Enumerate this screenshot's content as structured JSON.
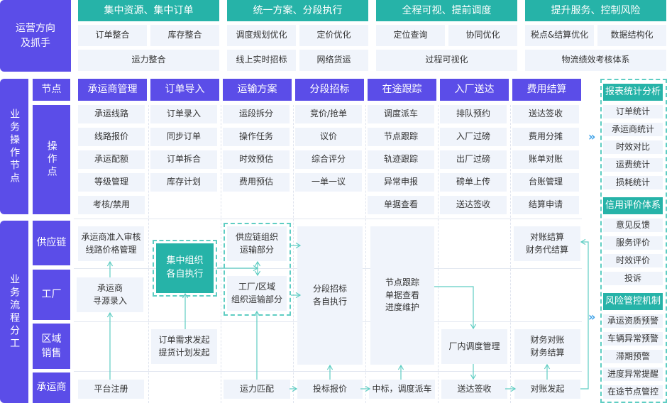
{
  "colors": {
    "purple": "#5b4de8",
    "teal": "#26b3a8",
    "cell": "#f0f4fb",
    "arrow": "#5fcdc3",
    "chevron": "#3aa0e8"
  },
  "strategy": {
    "label": "运营方向\n及抓手",
    "groups": [
      {
        "title": "集中资源、集中订单",
        "items": [
          "订单整合",
          "库存整合",
          "运力整合"
        ]
      },
      {
        "title": "统一方案、分段执行",
        "items": [
          "调度规划优化",
          "定价优化",
          "线上实时招标",
          "网络货运"
        ]
      },
      {
        "title": "全程可视、提前调度",
        "items": [
          "定位查询",
          "协同优化",
          "过程可视化"
        ]
      },
      {
        "title": "提升服务、控制风险",
        "items": [
          "税点&结算优化",
          "数据结构化",
          "物流绩效考核体系"
        ]
      }
    ]
  },
  "operations": {
    "label": "业务操作节点",
    "node_label": "节点",
    "op_label": "操作点",
    "columns": [
      {
        "title": "承运商管理",
        "items": [
          "承运线路",
          "线路报价",
          "承运配额",
          "等级管理",
          "考核/禁用"
        ]
      },
      {
        "title": "订单导入",
        "items": [
          "订单录入",
          "同步订单",
          "订单拆合",
          "库存计划"
        ]
      },
      {
        "title": "运输方案",
        "items": [
          "运段拆分",
          "操作任务",
          "时效预估",
          "费用预估"
        ]
      },
      {
        "title": "分段招标",
        "items": [
          "竞价/抢单",
          "议价",
          "综合评分",
          "一单一议"
        ]
      },
      {
        "title": "在途跟踪",
        "items": [
          "调度派车",
          "节点跟踪",
          "轨迹跟踪",
          "异常申报",
          "单据查看"
        ]
      },
      {
        "title": "入厂送达",
        "items": [
          "排队预约",
          "入厂过磅",
          "出厂过磅",
          "磅单上传",
          "送达签收"
        ]
      },
      {
        "title": "费用结算",
        "items": [
          "送达签收",
          "费用分摊",
          "账单对账",
          "台账管理",
          "结算申请"
        ]
      }
    ]
  },
  "process": {
    "label": "业务流程分工",
    "roles": [
      "供应链",
      "工厂",
      "区域\n销售",
      "承运商"
    ],
    "boxes": {
      "carrier_audit": "承运商准入审核\n线路价格管理",
      "carrier_sourcing": "承运商\n寻源录入",
      "platform_register": "平台注册",
      "central_org": "集中组织\n各自执行",
      "order_demand": "订单需求发起\n提货计划发起",
      "supply_transport": "供应链组织\n运输部分",
      "factory_transport": "工厂/区域\n组织运输部分",
      "capacity_match": "运力匹配",
      "segment_bidding": "分段招标\n各自执行",
      "bid_quote": "投标报价",
      "node_tracking": "节点跟踪\n单据查看\n进度维护",
      "win_dispatch": "中标，调度派车",
      "plant_dispatch": "厂内调度管理",
      "delivery_sign": "送达签收",
      "reconcile_settle": "对账结算\n财务代结算",
      "finance_settle": "财务对账\n财务结算",
      "reconcile_start": "对账发起"
    }
  },
  "side_panel": {
    "sections": [
      {
        "title": "报表统计分析",
        "items": [
          "订单统计",
          "承运商统计",
          "时效对比",
          "运费统计",
          "损耗统计"
        ]
      },
      {
        "title": "信用评价体系",
        "items": [
          "意见反馈",
          "服务评价",
          "时效评价",
          "投诉"
        ]
      },
      {
        "title": "风险管控机制",
        "items": [
          "承运资质预警",
          "车辆异常预警",
          "滞期预警",
          "进度异常提醒",
          "在途节点管控"
        ]
      }
    ]
  },
  "chevron": "»"
}
